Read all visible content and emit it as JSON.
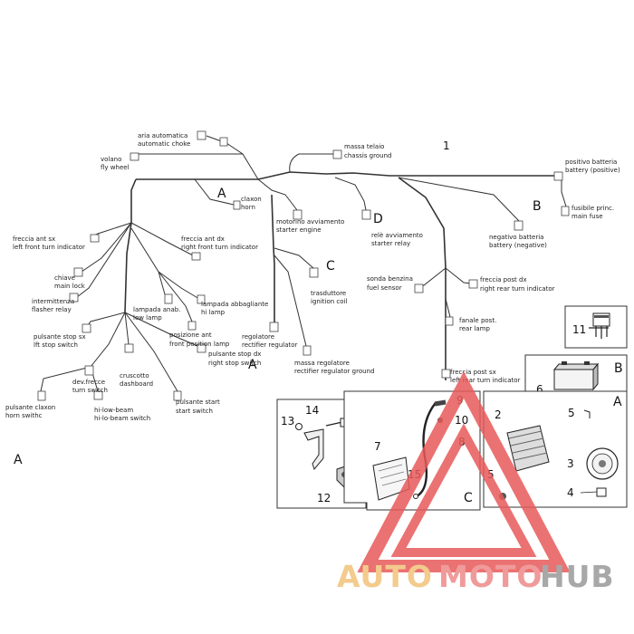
{
  "diagram": {
    "labels": {
      "automatic_choke": [
        "aria automatica",
        "automatic choke"
      ],
      "fly_wheel": [
        "volano",
        "fly wheel"
      ],
      "chassis_ground": [
        "massa telaio",
        "chassis ground"
      ],
      "battery_positive": [
        "positivo batteria",
        "battery (positive)"
      ],
      "main_fuse": [
        "fusibile princ.",
        "main fuse"
      ],
      "battery_negative": [
        "negativo batteria",
        "battery (negative)"
      ],
      "horn": [
        "claxon",
        "horn"
      ],
      "starter_engine": [
        "motorino avviamento",
        "starter engine"
      ],
      "starter_relay": [
        "relè avviamento",
        "starter relay"
      ],
      "left_front_turn": [
        "freccia ant sx",
        "left front turn indicator"
      ],
      "right_front_turn": [
        "freccia ant dx",
        "right front turn indicator"
      ],
      "main_lock": [
        "chiave",
        "main lock"
      ],
      "flasher_relay": [
        "intermittenza",
        "flasher relay"
      ],
      "low_lamp": [
        "lampada anab.",
        "low lamp"
      ],
      "hi_lamp": [
        "lampada abbagliante",
        "hi lamp"
      ],
      "ignition_coil": [
        "trasduttore",
        "ignition coil"
      ],
      "fuel_sensor": [
        "sonda benzina",
        "fuel sensor"
      ],
      "right_rear_turn": [
        "freccia post dx",
        "right rear turn indicator"
      ],
      "rear_lamp": [
        "fanale post.",
        "rear lamp"
      ],
      "left_stop_switch": [
        "pulsante stop sx",
        "lft stop switch"
      ],
      "front_position_lamp": [
        "posizione ant",
        "front position lamp"
      ],
      "rectifier_regulator": [
        "regolatore",
        "rectifier regulator"
      ],
      "regulator_ground": [
        "massa regolatore",
        "rectifier regulator ground"
      ],
      "left_rear_turn": [
        "freccia post sx",
        "left rear turn indicator"
      ],
      "dashboard": [
        "cruscotto",
        "dashboard"
      ],
      "right_stop_switch": [
        "pulsante stop dx",
        "right stop switch"
      ],
      "turn_switch": [
        "dev.frecce",
        "turn switch"
      ],
      "horn_switch": [
        "pulsante claxon",
        "horn swithc"
      ],
      "hi_low_beam_switch": [
        "hi-low-beam",
        "hi-lo-beam switch"
      ],
      "start_switch": [
        "pulsante start",
        "start switch"
      ]
    },
    "section_letters": {
      "a_top": "A",
      "b_top": "B",
      "c_mid": "C",
      "d_mid": "D",
      "a_mid": "A",
      "a_bottom_left": "A",
      "b_inset": "B",
      "a_inset": "A",
      "c_inset": "C"
    },
    "part_numbers": {
      "n1": "1",
      "n2": "2",
      "n3": "3",
      "n4": "4",
      "n5a": "5",
      "n5b": "5",
      "n6": "6",
      "n7": "7",
      "n8": "8",
      "n9": "9",
      "n10": "10",
      "n11": "11",
      "n12": "12",
      "n13": "13",
      "n14": "14",
      "n15": "15"
    },
    "watermark": {
      "part1": "AUTO",
      "part2": "MOTO",
      "part3": "HUB",
      "color_auto": "#f2c27a",
      "color_moto": "#ee8a8a",
      "color_hub": "#9a9a9a",
      "triangle_color": "#e85a5a"
    }
  }
}
